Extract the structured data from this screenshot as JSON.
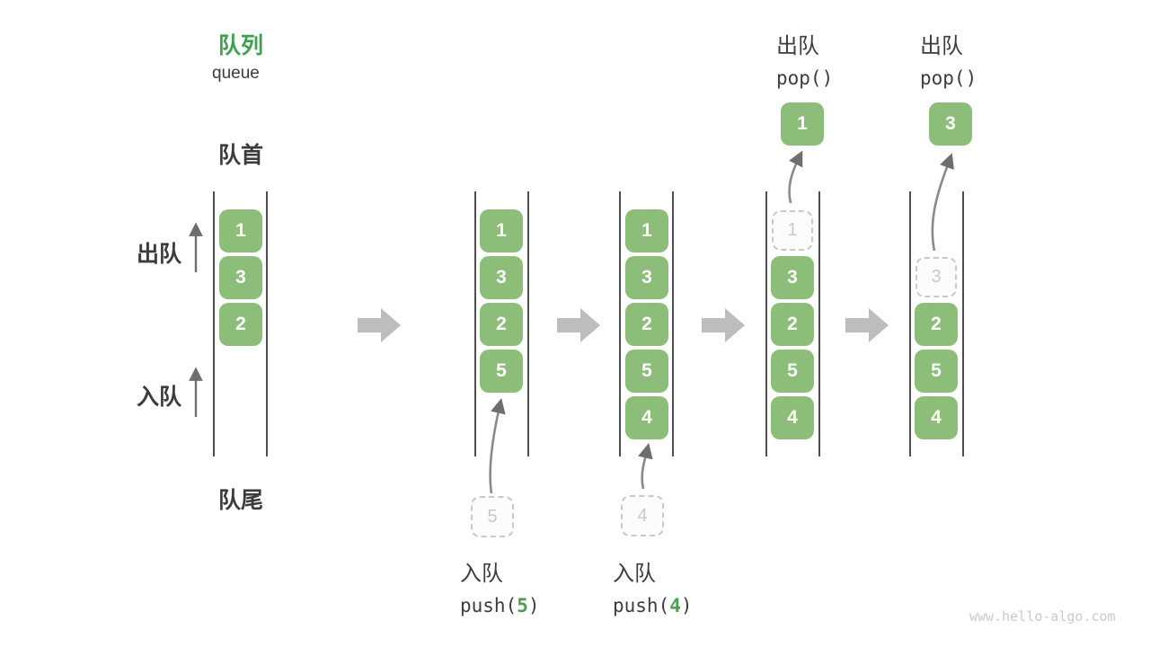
{
  "title": {
    "cn": "队列",
    "en": "queue"
  },
  "side_labels": {
    "front": "队首",
    "rear": "队尾",
    "dequeue": "出队",
    "enqueue": "入队"
  },
  "columns": [
    {
      "boxes": [
        "1",
        "3",
        "2"
      ]
    },
    {
      "boxes": [
        "1",
        "3",
        "2",
        "5"
      ],
      "ghost": "5"
    },
    {
      "boxes": [
        "1",
        "3",
        "2",
        "5",
        "4"
      ],
      "ghost": "4"
    },
    {
      "ghost": "1",
      "boxes": [
        "3",
        "2",
        "5",
        "4"
      ],
      "popped": "1"
    },
    {
      "ghost": "3",
      "boxes": [
        "2",
        "5",
        "4"
      ],
      "popped": "3"
    }
  ],
  "operations": {
    "pop1": {
      "cn": "出队",
      "code": "pop()"
    },
    "pop2": {
      "cn": "出队",
      "code": "pop()"
    },
    "push1": {
      "cn": "入队",
      "code_pre": "push(",
      "arg": "5",
      "code_post": ")"
    },
    "push2": {
      "cn": "入队",
      "code_pre": "push(",
      "arg": "4",
      "code_post": ")"
    }
  },
  "watermark": "www.hello-algo.com",
  "colors": {
    "box_green": "#8cbe7a",
    "accent_green_title": "#3da24e",
    "accent_green_digit": "#4d9e53",
    "wall_gray": "#4f4f4f",
    "step_arrow_gray": "#bdbdbd",
    "curve_arrow_gray": "#8a8a8a",
    "ghost_gray": "#c9c9c9",
    "text_dark": "#3c3c3c",
    "watermark_gray": "#cacaca"
  }
}
